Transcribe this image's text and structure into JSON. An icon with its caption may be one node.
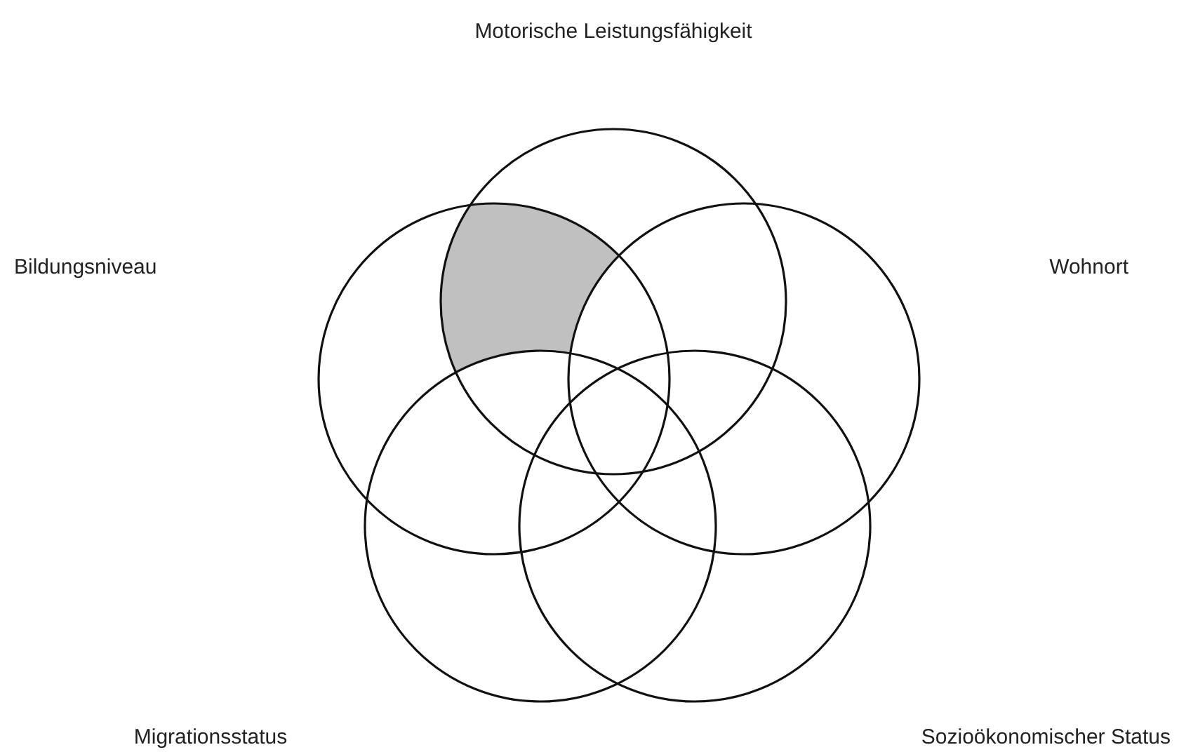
{
  "diagram": {
    "nodes": [
      {
        "text": [],
        "shape": "circle"
      },
      {
        "text": [],
        "shape": "circle"
      },
      {
        "text": [],
        "shape": "circle"
      },
      {
        "text": [],
        "shape": "circle"
      },
      {
        "text": [],
        "shape": "circle"
      }
    ],
    "edges": [],
    "labels": [
      "Motorische Leistungsfähigkeit",
      "Bildungsniveau",
      "Wohnort",
      "Migrationsstatus",
      "Sozioökonomischer Status"
    ]
  }
}
